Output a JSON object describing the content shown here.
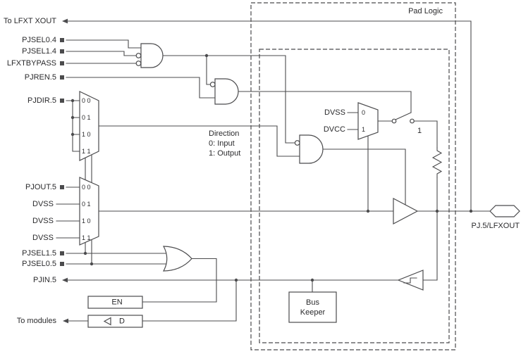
{
  "colors": {
    "line": "#4b4b4d",
    "text": "#2a2a2c"
  },
  "pad_logic_label": "Pad Logic",
  "signals": {
    "to_lfxt_xout": "To LFXT XOUT",
    "pjsel0_4": "PJSEL0.4",
    "pjsel1_4": "PJSEL1.4",
    "lfxtbypass": "LFXTBYPASS",
    "pjren_5": "PJREN.5",
    "pjdir_5": "PJDIR.5",
    "pjout_5": "PJOUT.5",
    "dvss_row1": "DVSS",
    "dvss_row2": "DVSS",
    "dvss_row3": "DVSS",
    "pjsel1_5": "PJSEL1.5",
    "pjsel0_5": "PJSEL0.5",
    "pjin_5": "PJIN.5",
    "to_modules": "To modules"
  },
  "dir_mux_rows": [
    "0 0",
    "0 1",
    "1 0",
    "1 1"
  ],
  "out_mux_rows": [
    "0 0",
    "0 1",
    "1 0",
    "1 1"
  ],
  "pull_mux": {
    "in0_label": "DVSS",
    "in1_label": "DVCC",
    "sel0": "0",
    "sel1": "1"
  },
  "direction_note": [
    "Direction",
    "0: Input",
    "1: Output"
  ],
  "switch_label": "1",
  "latch": {
    "en": "EN",
    "d": "D"
  },
  "bus_keeper": [
    "Bus",
    "Keeper"
  ],
  "pad_label": "PJ.5/LFXOUT"
}
